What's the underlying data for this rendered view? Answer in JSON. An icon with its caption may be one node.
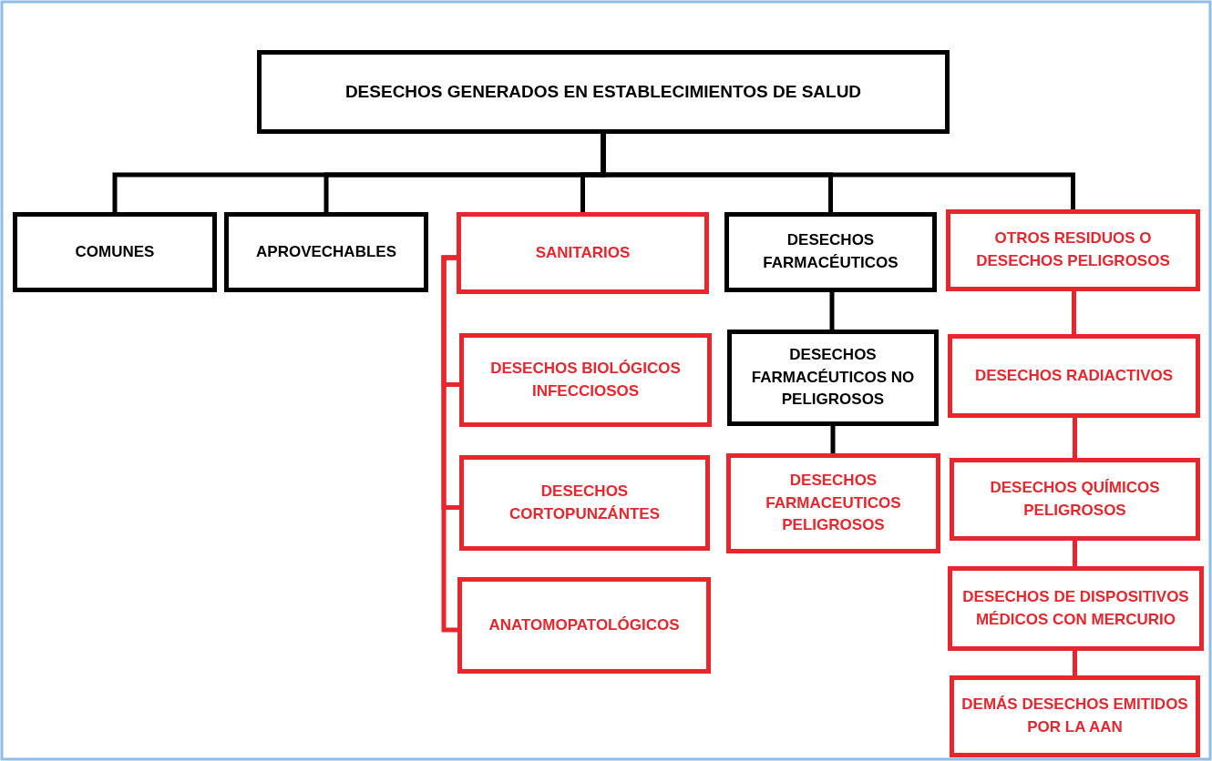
{
  "diagram": {
    "nodes": [
      {
        "text": [
          "DESECHOS GENERADOS EN ESTABLECIMIENTOS DE SALUD"
        ]
      },
      {
        "text": [
          "COMUNES"
        ]
      },
      {
        "text": [
          "APROVECHABLES"
        ]
      },
      {
        "text": [
          "SANITARIOS"
        ]
      },
      {
        "text": [
          "DESECHOS FARMACÉUTICOS"
        ]
      },
      {
        "text": [
          "OTROS RESIDUOS O DESECHOS PELIGROSOS"
        ]
      },
      {
        "text": [
          "DESECHOS BIOLÓGICOS INFECCIOSOS"
        ]
      },
      {
        "text": [
          "DESECHOS CORTOPUNZÁNTES"
        ]
      },
      {
        "text": [
          "ANATOMOPATOLÓGICOS"
        ]
      },
      {
        "text": [
          "DESECHOS FARMACÉUTICOS NO PELIGROSOS"
        ]
      },
      {
        "text": [
          "DESECHOS FARMACEUTICOS PELIGROSOS"
        ]
      },
      {
        "text": [
          "DESECHOS RADIACTIVOS"
        ]
      },
      {
        "text": [
          "DESECHOS QUÍMICOS PELIGROSOS"
        ]
      },
      {
        "text": [
          "DESECHOS DE DISPOSITIVOS MÉDICOS CON MERCURIO"
        ]
      },
      {
        "text": [
          "DEMÁS DESECHOS EMITIDOS POR LA AAN"
        ]
      }
    ],
    "edges": [
      {
        "from": 0,
        "to": 1,
        "arrow": "none"
      },
      {
        "from": 0,
        "to": 2,
        "arrow": "none"
      },
      {
        "from": 0,
        "to": 3,
        "arrow": "none"
      },
      {
        "from": 0,
        "to": 4,
        "arrow": "none"
      },
      {
        "from": 0,
        "to": 5,
        "arrow": "none"
      },
      {
        "from": 3,
        "to": 6,
        "arrow": "none",
        "color": "#e8262d"
      },
      {
        "from": 3,
        "to": 7,
        "arrow": "none",
        "color": "#e8262d"
      },
      {
        "from": 3,
        "to": 8,
        "arrow": "none",
        "color": "#e8262d"
      },
      {
        "from": 4,
        "to": 9,
        "arrow": "none"
      },
      {
        "from": 9,
        "to": 10,
        "arrow": "none"
      },
      {
        "from": 5,
        "to": 11,
        "arrow": "none",
        "color": "#e8262d"
      },
      {
        "from": 11,
        "to": 12,
        "arrow": "none",
        "color": "#e8262d"
      },
      {
        "from": 12,
        "to": 13,
        "arrow": "none",
        "color": "#e8262d"
      },
      {
        "from": 13,
        "to": 14,
        "arrow": "none",
        "color": "#e8262d"
      }
    ]
  }
}
